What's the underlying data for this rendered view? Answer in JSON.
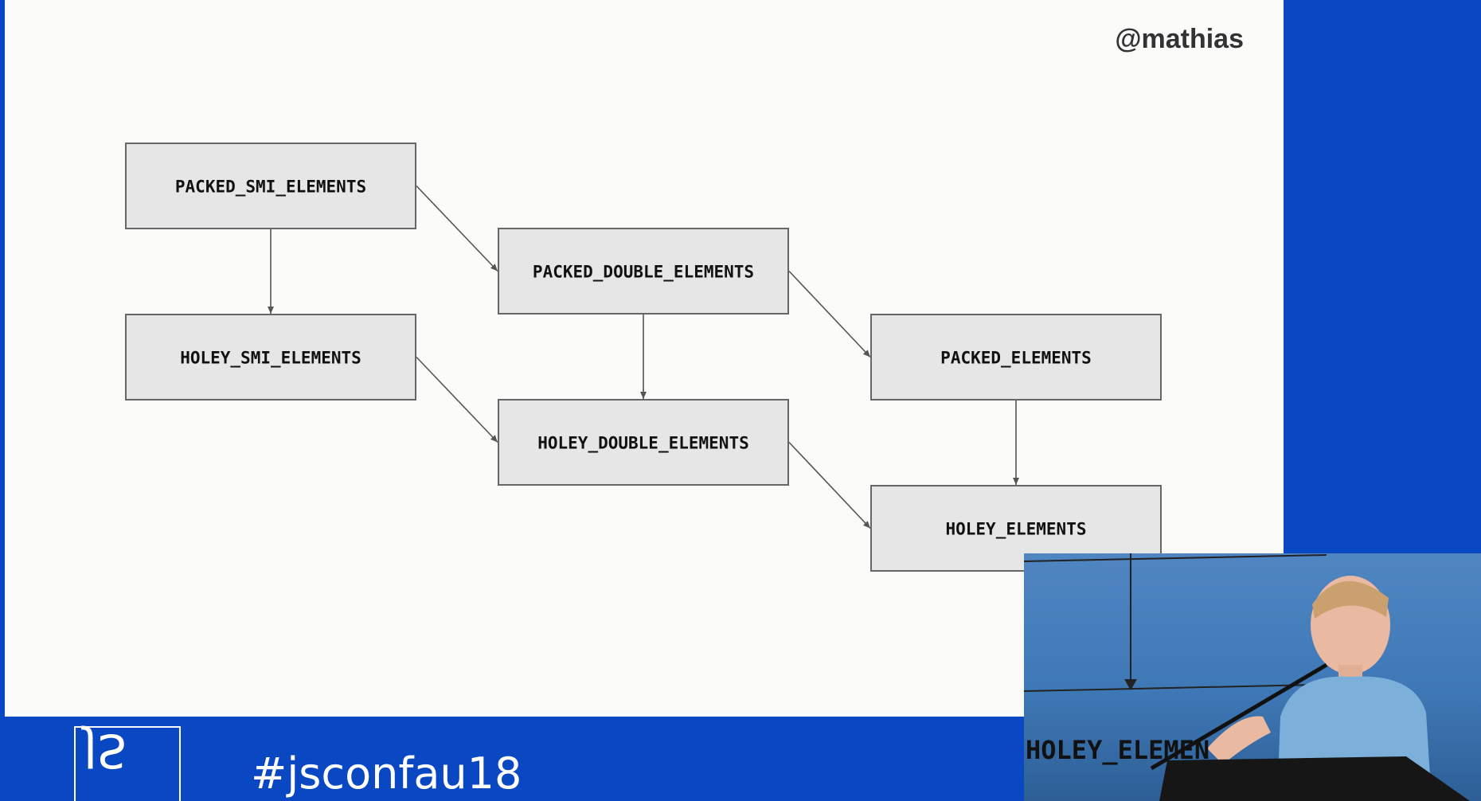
{
  "slide": {
    "handle": "@mathias",
    "nodes": [
      {
        "id": "psmi",
        "label": "PACKED_SMI_ELEMENTS"
      },
      {
        "id": "hsmi",
        "label": "HOLEY_SMI_ELEMENTS"
      },
      {
        "id": "pdbl",
        "label": "PACKED_DOUBLE_ELEMENTS"
      },
      {
        "id": "hdbl",
        "label": "HOLEY_DOUBLE_ELEMENTS"
      },
      {
        "id": "pel",
        "label": "PACKED_ELEMENTS"
      },
      {
        "id": "hel",
        "label": "HOLEY_ELEMENTS"
      }
    ],
    "edges": [
      {
        "from": "psmi",
        "to": "hsmi"
      },
      {
        "from": "psmi",
        "to": "pdbl"
      },
      {
        "from": "hsmi",
        "to": "hdbl"
      },
      {
        "from": "pdbl",
        "to": "hdbl"
      },
      {
        "from": "pdbl",
        "to": "pel"
      },
      {
        "from": "hdbl",
        "to": "hel"
      },
      {
        "from": "pel",
        "to": "hel"
      }
    ]
  },
  "banner": {
    "logo": "JS",
    "hashtag": "#jsconfau18"
  },
  "video": {
    "visible_text": "HOLEY_ELEMEN"
  },
  "colors": {
    "background": "#0a47c2",
    "slide": "#fbfbf9",
    "node_fill": "#e6e6e6",
    "node_stroke": "#666666"
  }
}
